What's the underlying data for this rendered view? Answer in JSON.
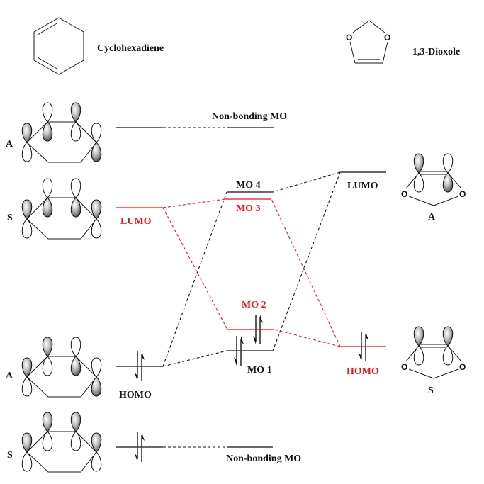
{
  "molecules": {
    "cyclohexadiene": {
      "name": "Cyclohexadiene"
    },
    "dioxole": {
      "name": "1,3-Dioxole",
      "atom_label": "O"
    }
  },
  "left_orbitals": [
    {
      "symmetry": "A",
      "level": "Non-bonding MO",
      "lobes_top": [
        "filled",
        "empty",
        "filled",
        "empty"
      ]
    },
    {
      "symmetry": "S",
      "level": "LUMO",
      "lobes_top": [
        "filled",
        "empty",
        "empty",
        "filled"
      ]
    },
    {
      "symmetry": "A",
      "level": "HOMO",
      "lobes_top": [
        "filled",
        "filled",
        "empty",
        "empty"
      ]
    },
    {
      "symmetry": "S",
      "level": "Non-bonding",
      "lobes_top": [
        "filled",
        "filled",
        "filled",
        "filled"
      ]
    }
  ],
  "right_orbitals": [
    {
      "symmetry": "A",
      "level": "LUMO"
    },
    {
      "symmetry": "S",
      "level": "HOMO"
    }
  ],
  "levels": {
    "left": {
      "nb_top": {
        "label": "Non-bonding MO",
        "color": "black",
        "electrons": 0
      },
      "lumo": {
        "label": "LUMO",
        "color": "red",
        "electrons": 0
      },
      "homo": {
        "label": "HOMO",
        "color": "black",
        "electrons": 2
      },
      "nb_bottom": {
        "label": "Non-bonding MO",
        "color": "black",
        "electrons": 2
      }
    },
    "center": {
      "mo4": {
        "label": "MO 4",
        "color": "black",
        "electrons": 0
      },
      "mo3": {
        "label": "MO 3",
        "color": "red",
        "electrons": 0
      },
      "mo2": {
        "label": "MO 2",
        "color": "red",
        "electrons": 2
      },
      "mo1": {
        "label": "MO 1",
        "color": "black",
        "electrons": 2
      }
    },
    "right": {
      "lumo": {
        "label": "LUMO",
        "color": "black",
        "electrons": 0
      },
      "homo": {
        "label": "HOMO",
        "color": "red",
        "electrons": 2
      }
    }
  },
  "correlations": [
    {
      "from": "left.nb_top",
      "to": "center.nb_top",
      "style": "black-dashed"
    },
    {
      "from": "left.lumo",
      "to": "center.mo3",
      "style": "red-dashed"
    },
    {
      "from": "left.lumo",
      "to": "center.mo2",
      "style": "red-dashed"
    },
    {
      "from": "left.homo",
      "to": "center.mo4",
      "style": "black-dashed"
    },
    {
      "from": "left.homo",
      "to": "center.mo1",
      "style": "black-dashed"
    },
    {
      "from": "right.lumo",
      "to": "center.mo4",
      "style": "black-dashed"
    },
    {
      "from": "right.lumo",
      "to": "center.mo1",
      "style": "black-dashed"
    },
    {
      "from": "right.homo",
      "to": "center.mo3",
      "style": "red-dashed"
    },
    {
      "from": "right.homo",
      "to": "center.mo2",
      "style": "red-dashed"
    },
    {
      "from": "left.nb_bottom",
      "to": "center.nb_bottom",
      "style": "black-dashed"
    }
  ],
  "colors": {
    "red": "#f0141e",
    "red_level": "#f06a70",
    "black_level": "#6a6a6a"
  }
}
